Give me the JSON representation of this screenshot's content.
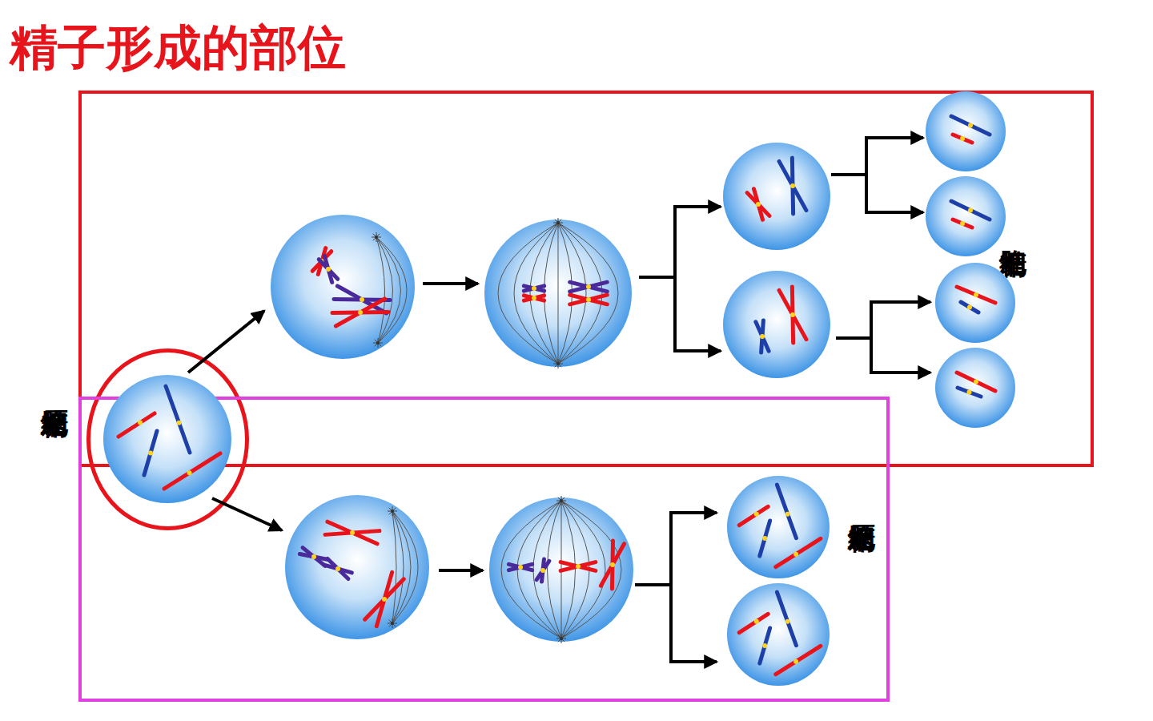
{
  "diagram": {
    "title": "精子形成的部位",
    "nodes": [
      {
        "text": [
          "精细胞"
        ]
      },
      {
        "text": [
          "精原细胞"
        ]
      },
      {
        "text": [
          "精原细胞"
        ]
      }
    ]
  }
}
